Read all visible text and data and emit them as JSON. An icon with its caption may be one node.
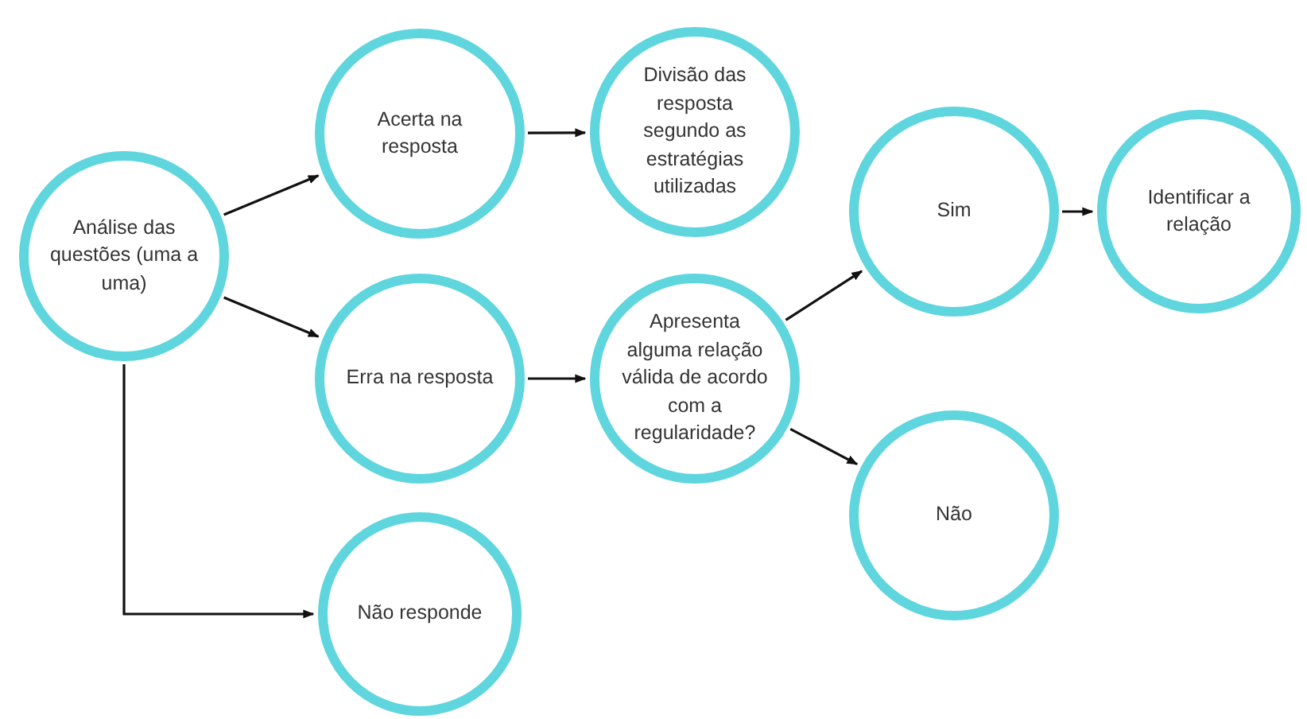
{
  "diagram": {
    "nodes": [
      {
        "text": [
          "Análise das questões (uma a uma)"
        ]
      },
      {
        "text": [
          "Acerta na resposta"
        ]
      },
      {
        "text": [
          "Divisão das resposta segundo as estratégias utilizadas"
        ]
      },
      {
        "text": [
          "Erra na resposta"
        ]
      },
      {
        "text": [
          "Apresenta alguma relação válida de acordo com a regularidade?"
        ]
      },
      {
        "text": [
          "Não responde"
        ]
      },
      {
        "text": [
          "Sim"
        ]
      },
      {
        "text": [
          "Identificar a relação"
        ]
      },
      {
        "text": [
          "Não"
        ]
      }
    ],
    "edges": [
      {
        "from": 0,
        "to": 1,
        "arrow": "to"
      },
      {
        "from": 0,
        "to": 3,
        "arrow": "to"
      },
      {
        "from": 0,
        "to": 5,
        "arrow": "to"
      },
      {
        "from": 1,
        "to": 2,
        "arrow": "to"
      },
      {
        "from": 3,
        "to": 4,
        "arrow": "to"
      },
      {
        "from": 4,
        "to": 6,
        "arrow": "to"
      },
      {
        "from": 4,
        "to": 8,
        "arrow": "to"
      },
      {
        "from": 6,
        "to": 7,
        "arrow": "to"
      }
    ]
  }
}
